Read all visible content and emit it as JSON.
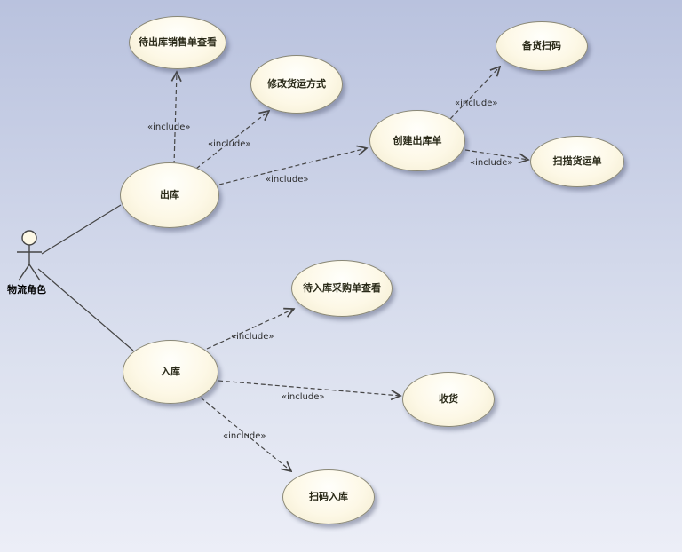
{
  "diagram": {
    "type": "uml-use-case",
    "title": "",
    "colors": {
      "background_top": "#b9c2de",
      "background_bottom": "#eceef7",
      "node_fill": "#fdf8e6",
      "node_border": "#8a8876",
      "edge": "#454545"
    }
  },
  "actor": {
    "label": "物流角色"
  },
  "usecases": [
    {
      "id": "pending-outbound-sales-view",
      "label": "待出库销售单查看"
    },
    {
      "id": "modify-shipping-method",
      "label": "修改货运方式"
    },
    {
      "id": "picking-scan",
      "label": "备货扫码"
    },
    {
      "id": "create-outbound-order",
      "label": "创建出库单"
    },
    {
      "id": "scan-waybill",
      "label": "扫描货运单"
    },
    {
      "id": "outbound",
      "label": "出库"
    },
    {
      "id": "pending-inbound-purchase-view",
      "label": "待入库采购单查看"
    },
    {
      "id": "inbound",
      "label": "入库"
    },
    {
      "id": "receive-goods",
      "label": "收货"
    },
    {
      "id": "scan-inbound",
      "label": "扫码入库"
    }
  ],
  "edges": [
    {
      "from": "物流角色",
      "to": "出库",
      "type": "association",
      "label": ""
    },
    {
      "from": "物流角色",
      "to": "入库",
      "type": "association",
      "label": ""
    },
    {
      "from": "出库",
      "to": "待出库销售单查看",
      "type": "include",
      "label": "«include»"
    },
    {
      "from": "出库",
      "to": "修改货运方式",
      "type": "include",
      "label": "«include»"
    },
    {
      "from": "出库",
      "to": "创建出库单",
      "type": "include",
      "label": "«include»"
    },
    {
      "from": "创建出库单",
      "to": "备货扫码",
      "type": "include",
      "label": "«include»"
    },
    {
      "from": "创建出库单",
      "to": "扫描货运单",
      "type": "include",
      "label": "«include»"
    },
    {
      "from": "入库",
      "to": "待入库采购单查看",
      "type": "include",
      "label": "«include»"
    },
    {
      "from": "入库",
      "to": "收货",
      "type": "include",
      "label": "«include»"
    },
    {
      "from": "入库",
      "to": "扫码入库",
      "type": "include",
      "label": "«include»"
    }
  ]
}
